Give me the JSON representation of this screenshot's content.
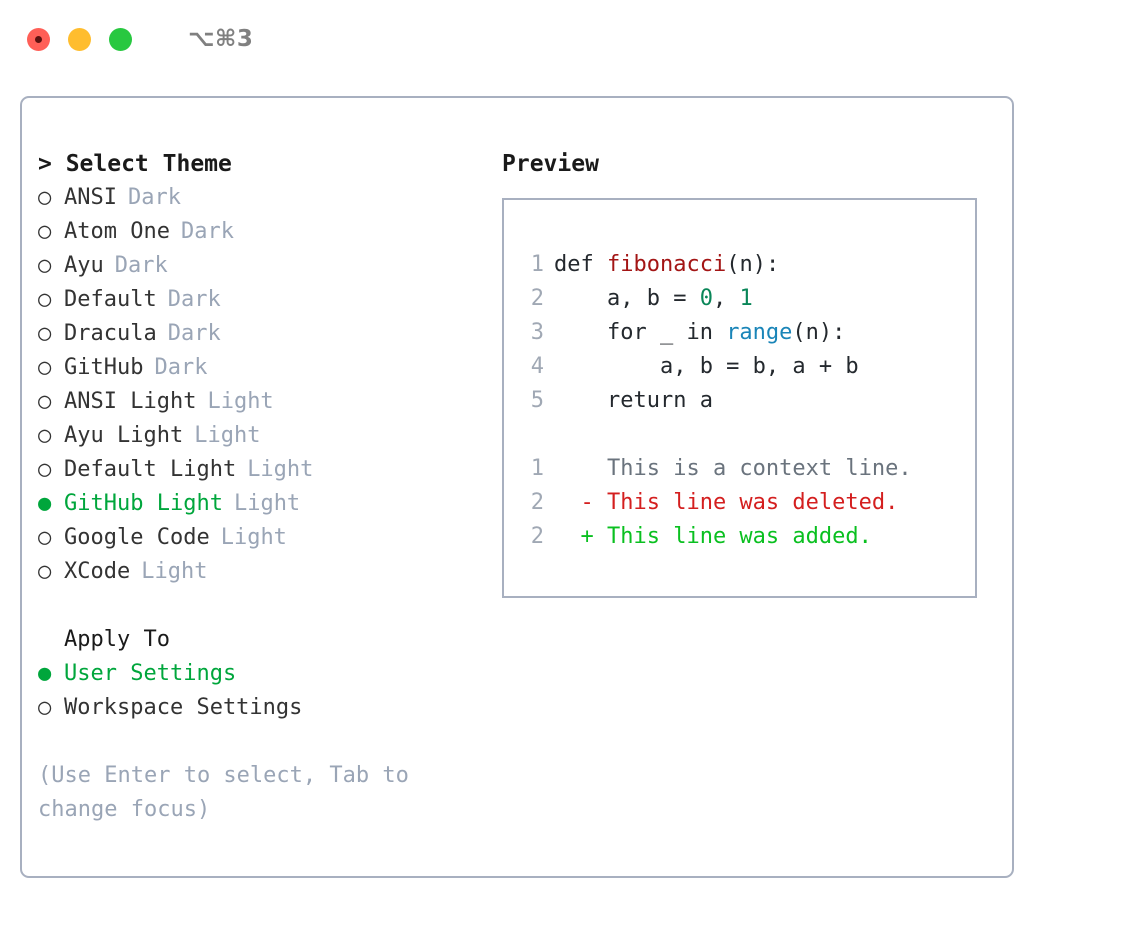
{
  "titlebar": {
    "shortcut": "⌥⌘3",
    "lights": [
      "close-red",
      "minimize-amber",
      "zoom-green"
    ]
  },
  "theme_picker": {
    "header": "> Select Theme",
    "bullet_unselected": "○",
    "bullet_selected": "●",
    "items": [
      {
        "name": "ANSI",
        "kind": "Dark",
        "selected": false
      },
      {
        "name": "Atom One",
        "kind": "Dark",
        "selected": false
      },
      {
        "name": "Ayu",
        "kind": "Dark",
        "selected": false
      },
      {
        "name": "Default",
        "kind": "Dark",
        "selected": false
      },
      {
        "name": "Dracula",
        "kind": "Dark",
        "selected": false
      },
      {
        "name": "GitHub",
        "kind": "Dark",
        "selected": false
      },
      {
        "name": "ANSI Light",
        "kind": "Light",
        "selected": false
      },
      {
        "name": "Ayu Light",
        "kind": "Light",
        "selected": false
      },
      {
        "name": "Default Light",
        "kind": "Light",
        "selected": false
      },
      {
        "name": "GitHub Light",
        "kind": "Light",
        "selected": true
      },
      {
        "name": "Google Code",
        "kind": "Light",
        "selected": false
      },
      {
        "name": "XCode",
        "kind": "Light",
        "selected": false
      }
    ]
  },
  "apply_to": {
    "title": "Apply To",
    "options": [
      {
        "label": "User Settings",
        "selected": true
      },
      {
        "label": "Workspace Settings",
        "selected": false
      }
    ]
  },
  "hint": "(Use Enter to select, Tab to change focus)",
  "preview": {
    "title": "Preview",
    "code_lines": [
      {
        "no": "1",
        "segments": [
          {
            "text": "def ",
            "cls": "tok-plain"
          },
          {
            "text": "fibonacci",
            "cls": "tok-fn"
          },
          {
            "text": "(n):",
            "cls": "tok-plain"
          }
        ]
      },
      {
        "no": "2",
        "segments": [
          {
            "text": "    a, b = ",
            "cls": "tok-plain"
          },
          {
            "text": "0",
            "cls": "tok-num"
          },
          {
            "text": ", ",
            "cls": "tok-plain"
          },
          {
            "text": "1",
            "cls": "tok-num"
          }
        ]
      },
      {
        "no": "3",
        "segments": [
          {
            "text": "    for _ in ",
            "cls": "tok-plain"
          },
          {
            "text": "range",
            "cls": "tok-built"
          },
          {
            "text": "(n):",
            "cls": "tok-plain"
          }
        ]
      },
      {
        "no": "4",
        "segments": [
          {
            "text": "        a, b = b, a + b",
            "cls": "tok-plain"
          }
        ]
      },
      {
        "no": "5",
        "segments": [
          {
            "text": "    return a",
            "cls": "tok-plain"
          }
        ]
      }
    ],
    "diff_lines": [
      {
        "no": "1",
        "prefix": "  ",
        "text": "This is a context line.",
        "cls": "diff-ctx"
      },
      {
        "no": "2",
        "prefix": "- ",
        "text": "This line was deleted.",
        "cls": "diff-del"
      },
      {
        "no": "2",
        "prefix": "+ ",
        "text": "This line was added.",
        "cls": "diff-add"
      }
    ]
  },
  "colors": {
    "accent_green": "#00a63c",
    "muted": "#9aa5b6",
    "border": "#a8b0c0",
    "diff_added": "#0ac020",
    "diff_deleted": "#d41f1f",
    "keyword_fn": "#a31515",
    "number": "#098658",
    "builtin": "#1a85b8"
  }
}
